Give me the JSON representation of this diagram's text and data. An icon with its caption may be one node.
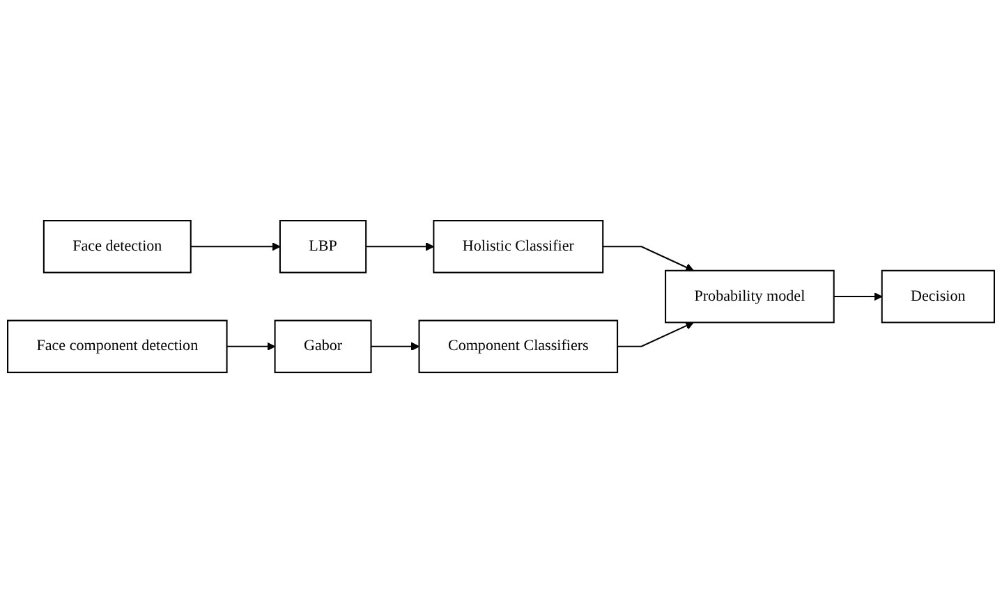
{
  "diagram": {
    "nodes": [
      {
        "text": [
          "Face detection"
        ]
      },
      {
        "text": [
          "LBP"
        ]
      },
      {
        "text": [
          "Holistic Classifier"
        ]
      },
      {
        "text": [
          "Face component detection"
        ]
      },
      {
        "text": [
          "Gabor"
        ]
      },
      {
        "text": [
          "Component Classifiers"
        ]
      },
      {
        "text": [
          "Probability model"
        ]
      },
      {
        "text": [
          "Decision"
        ]
      }
    ],
    "edges": [
      {
        "from": 0,
        "to": 1,
        "arrow": "to"
      },
      {
        "from": 1,
        "to": 2,
        "arrow": "to"
      },
      {
        "from": 3,
        "to": 4,
        "arrow": "to"
      },
      {
        "from": 4,
        "to": 5,
        "arrow": "to"
      },
      {
        "from": 2,
        "to": 6,
        "arrow": "to"
      },
      {
        "from": 5,
        "to": 6,
        "arrow": "to"
      },
      {
        "from": 6,
        "to": 7,
        "arrow": "to"
      }
    ]
  }
}
